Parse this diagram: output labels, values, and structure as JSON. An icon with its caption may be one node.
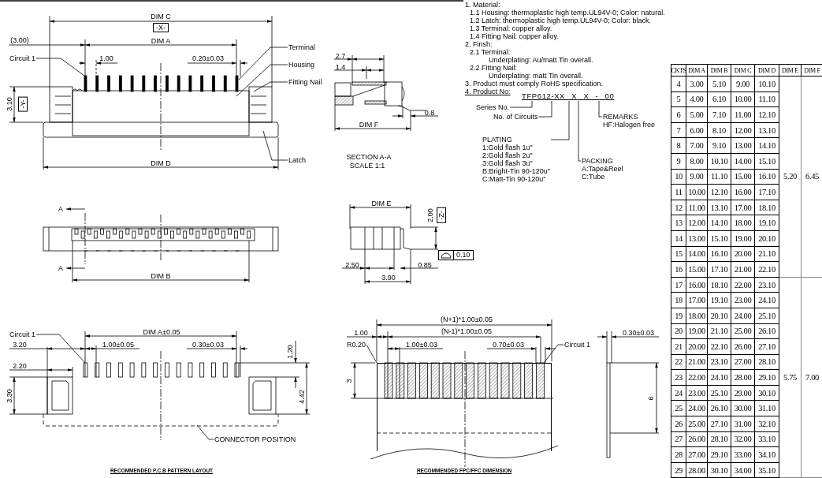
{
  "diagram": {
    "nodes": [
      {
        "text": [
          "Circuit 1"
        ]
      },
      {
        "text": [
          "Terminal"
        ]
      },
      {
        "text": [
          "Housing"
        ]
      },
      {
        "text": [
          "Fitting Nail"
        ]
      },
      {
        "text": [
          "Latch"
        ]
      },
      {
        "text": [
          "TFP612-XX X X - 00"
        ]
      },
      {
        "text": [
          "Series No."
        ]
      },
      {
        "text": [
          "No. of Circuits"
        ]
      },
      {
        "text": [
          "REMARKS",
          "HF:Halogen free"
        ]
      },
      {
        "text": [
          "PLATING",
          "1:Gold flash 1u\"",
          "2:Gold flash 2u\"",
          "3:Gold flash 3u\"",
          "B:Bright-Tin 90-120u\"",
          "C:Matt-Tin 90-120u\""
        ]
      },
      {
        "text": [
          "PACKING",
          "A:Tape&Reel",
          "C:Tube"
        ]
      },
      {
        "text": [
          "Circuit 1"
        ]
      },
      {
        "text": [
          "CONNECTOR POSITION"
        ]
      },
      {
        "text": [
          "R0.20"
        ]
      },
      {
        "text": [
          "Circuit 1"
        ]
      },
      {
        "text": [],
        "shape": "box"
      }
    ],
    "edges": [
      {
        "from": 0,
        "to": null,
        "arrow": "none"
      },
      {
        "from": 1,
        "to": null,
        "arrow": "none"
      },
      {
        "from": 2,
        "to": null,
        "arrow": "none"
      },
      {
        "from": 3,
        "to": null,
        "arrow": "none"
      },
      {
        "from": 4,
        "to": null,
        "arrow": "none"
      },
      {
        "from": 6,
        "to": 5,
        "arrow": "none"
      },
      {
        "from": 7,
        "to": 5,
        "arrow": "none"
      },
      {
        "from": 8,
        "to": 5,
        "arrow": "none"
      },
      {
        "from": 9,
        "to": 5,
        "arrow": "none"
      },
      {
        "from": 10,
        "to": 5,
        "arrow": "none"
      },
      {
        "from": 11,
        "to": null,
        "arrow": "none"
      },
      {
        "from": 12,
        "to": null,
        "arrow": "none"
      },
      {
        "from": 13,
        "to": 15,
        "arrow": "none"
      },
      {
        "from": 14,
        "to": 15,
        "arrow": "none"
      }
    ],
    "labels": [
      "DIM C",
      "-X-",
      "(3.00)",
      "DIM A",
      "1.00",
      "0.20±0.03",
      "3.10",
      "-Y-",
      "DIM D",
      "1. Material:",
      "1.1 Housing: thermoplastic high temp.UL94V-0; Color: natural.",
      "1.2 Latch: thermoplastic high temp.UL94V-0; Color: black.",
      "1.3 Terminal: copper alloy.",
      "1.4 Fitting Nail: copper alloy.",
      "2. Finsh:",
      "2.1 Terminal:",
      "Underplating: Au/matt Tin overall.",
      "2.2 Fitting Nail:",
      "Underplating: matt Tin overall.",
      "3. Product must comply RoHS specification.",
      "4. Product No:",
      "2.7",
      "1.4",
      "0.8",
      "DIM F",
      "SECTION A-A",
      "SCALE 1:1",
      "A",
      "A",
      "DIM B",
      "DIM E",
      "2.00",
      "-Z-",
      "0.10",
      "2.50",
      "0.85",
      "3.90",
      "DIM A±0.05",
      "3.20",
      "1.00±0.05",
      "0.30±0.03",
      "2.20",
      "1.20",
      "3.30",
      "4.42",
      "RECOMMENDED P.C.B PATTERN LAYOUT",
      "(N+1)*1.00±0.05",
      "1.00",
      "(N-1)*1.00±0.05",
      "1.00±0.03",
      "0.70±0.03",
      "3",
      "0.30±0.03",
      "6",
      "RECOMMENDED FPC/FFC DIMENSION",
      "CKTS",
      "DIM A",
      "DIM B",
      "DIM C",
      "DIM D",
      "DIM E",
      "DIM F",
      "4",
      "3.00",
      "5.10",
      "9.00",
      "10.10",
      "5",
      "4.00",
      "6.10",
      "10.00",
      "11.10",
      "6",
      "5.00",
      "7.10",
      "11.00",
      "12.10",
      "7",
      "6.00",
      "8.10",
      "12.00",
      "13.10",
      "8",
      "7.00",
      "9.10",
      "13.00",
      "14.10",
      "9",
      "8.00",
      "10.10",
      "14.00",
      "15.10",
      "10",
      "9.00",
      "11.10",
      "15.00",
      "16.10",
      "5.20",
      "6.45",
      "11",
      "10.00",
      "12.10",
      "16.00",
      "17.10",
      "12",
      "11.00",
      "13.10",
      "17.00",
      "18.10",
      "13",
      "12.00",
      "14.10",
      "18.00",
      "19.10",
      "14",
      "13.00",
      "15.10",
      "19.00",
      "20.10",
      "15",
      "14.00",
      "16.10",
      "20.00",
      "21.10",
      "16",
      "15.00",
      "17.10",
      "21.00",
      "22.10",
      "17",
      "16.00",
      "18.10",
      "22.00",
      "23.10",
      "18",
      "17.00",
      "19.10",
      "23.00",
      "24.10",
      "19",
      "18.00",
      "20.10",
      "24.00",
      "25.10",
      "20",
      "19.00",
      "21.10",
      "25.00",
      "26.10",
      "21",
      "20.00",
      "22.10",
      "26.00",
      "27.10",
      "22",
      "21.00",
      "23.10",
      "27.00",
      "28.10",
      "23",
      "22.00",
      "24.10",
      "28.00",
      "29.10",
      "5.75",
      "7.00",
      "24",
      "23.00",
      "25.10",
      "29.00",
      "30.10",
      "25",
      "24.00",
      "26.10",
      "30.00",
      "31.10",
      "26",
      "25.00",
      "27.10",
      "31.00",
      "32.10",
      "27",
      "26.00",
      "28.10",
      "32.00",
      "33.10",
      "28",
      "27.00",
      "29.10",
      "33.00",
      "34.10",
      "29",
      "28.00",
      "30.10",
      "34.00",
      "35.10"
    ]
  }
}
